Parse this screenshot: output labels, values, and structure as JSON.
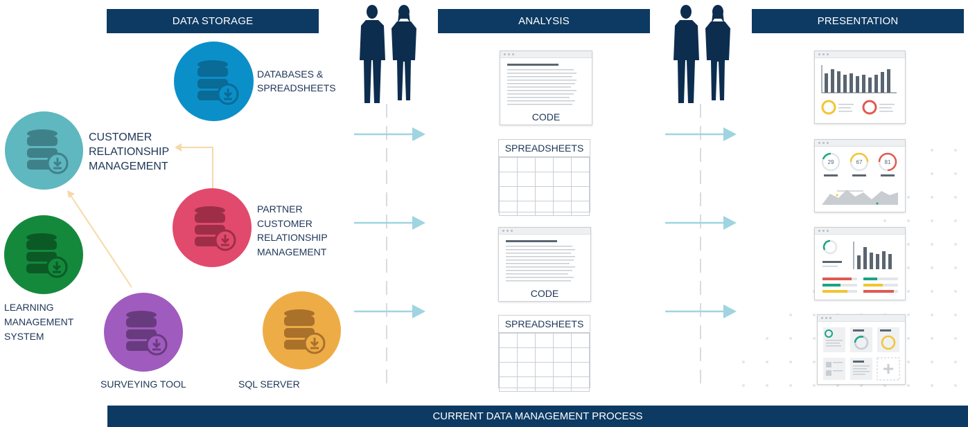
{
  "headers": {
    "data_storage": "DATA STORAGE",
    "analysis": "ANALYSIS",
    "presentation": "PRESENTATION"
  },
  "sources": {
    "databases": [
      "DATABASES &",
      "SPREADSHEETS"
    ],
    "crm": [
      "CUSTOMER",
      "RELATIONSHIP",
      "MANAGEMENT"
    ],
    "partner_crm": [
      "PARTNER",
      "CUSTOMER",
      "RELATIONSHIP",
      "MANAGEMENT"
    ],
    "lms": [
      "LEARNING",
      "MANAGEMENT",
      "SYSTEM"
    ],
    "surveying_tool": "SURVEYING TOOL",
    "sql_server": "SQL SERVER"
  },
  "analysis_items": {
    "code_1": "CODE",
    "spreadsheets_1": "SPREADSHEETS",
    "code_2": "CODE",
    "spreadsheets_2": "SPREADSHEETS"
  },
  "dashboard_values": [
    "29",
    "67",
    "81"
  ],
  "footer": "CURRENT DATA MANAGEMENT PROCESS",
  "colors": {
    "navy": "#0d3a63",
    "blue": "#0b8fc9",
    "teal": "#5fb7bf",
    "pink": "#e14a6c",
    "green": "#14893c",
    "purple": "#a05bbf",
    "orange": "#eeac47",
    "arrow": "#9fd4e0",
    "link": "#f6d9a8"
  }
}
